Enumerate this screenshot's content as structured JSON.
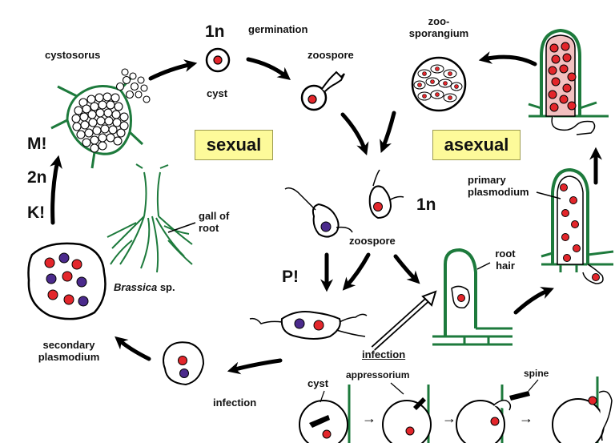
{
  "labels": {
    "ploidy_1n_top": "1n",
    "germination": "germination",
    "cystosorus": "cystosorus",
    "cyst_top": "cyst",
    "zoospore_top": "zoospore",
    "zoosporangium_line1": "zoo-",
    "zoosporangium_line2": "sporangium",
    "sexual": "sexual",
    "asexual": "asexual",
    "meiosis": "M!",
    "ploidy_2n": "2n",
    "karyogamy": "K!",
    "gall_line1": "gall of",
    "gall_line2": "root",
    "brassica_genus": "Brassica",
    "brassica_sp": " sp.",
    "primary_plasmodium_line1": "primary",
    "primary_plasmodium_line2": "plasmodium",
    "ploidy_1n_mid": "1n",
    "zoospore_mid": "zoospore",
    "plasmogamy": "P!",
    "root_hair_line1": "root",
    "root_hair_line2": "hair",
    "secondary_plasmodium_line1": "secondary",
    "secondary_plasmodium_line2": "plasmodium",
    "infection_center": "infection",
    "infection_bottom": "infection",
    "cyst_bottom": "cyst",
    "appressorium": "appressorium",
    "spine": "spine"
  },
  "colors": {
    "nucleus_red": "#e3262b",
    "nucleus_blue": "#4b2a8c",
    "plant_green": "#1d7a3c",
    "label_box": "#fdfa9a",
    "outline": "#000000"
  }
}
